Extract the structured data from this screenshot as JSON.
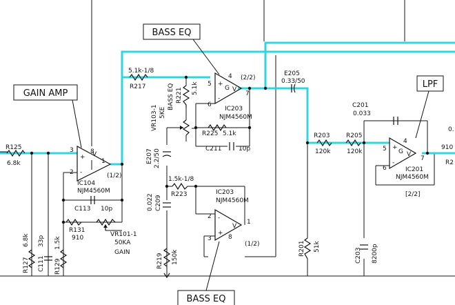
{
  "callouts": {
    "bass_eq_top": "BASS EQ",
    "bass_eq_bottom": "BASS EQ",
    "gain_amp": "GAIN AMP",
    "lpf": "LPF"
  },
  "resistors": {
    "r125": {
      "ref": "R125",
      "value": "6.8k"
    },
    "r217": {
      "ref": "R217",
      "value": "5.1k-1/8"
    },
    "r221": {
      "ref": "R221",
      "value": "5.1k"
    },
    "r225": {
      "ref": "R225",
      "value": "5.1k"
    },
    "r223": {
      "ref": "R223",
      "value": "1.5k-1/8"
    },
    "r131": {
      "ref": "R131",
      "value": "910"
    },
    "r127": {
      "ref": "R127",
      "value": "6.8k"
    },
    "r129": {
      "ref": "R129",
      "value": "1.5k"
    },
    "r219": {
      "ref": "R219",
      "value": "150k"
    },
    "r201": {
      "ref": "R201",
      "value": "51k"
    },
    "r203": {
      "ref": "R203",
      "value": "120k"
    },
    "r205": {
      "ref": "R205",
      "value": "120k"
    },
    "r_right_top": {
      "ref": "R2",
      "value": "910"
    }
  },
  "capacitors": {
    "c113": {
      "ref": "C113",
      "value": "10p"
    },
    "c211": {
      "ref": "C211",
      "value": "10p"
    },
    "c111": {
      "ref": "C111",
      "value": "33p"
    },
    "c209": {
      "ref": "C209",
      "value": "0.022"
    },
    "c203": {
      "ref": "C203",
      "value": "8200p"
    },
    "c201": {
      "ref": "C201",
      "value": "0.033"
    },
    "c_right_partial": {
      "value": "0."
    },
    "e207": {
      "ref": "E207",
      "value": "2.2/50"
    },
    "e205": {
      "ref": "E205",
      "value": "0.33/50"
    }
  },
  "pots": {
    "vr101": {
      "ref": "VR101-1",
      "value": "50KA",
      "label": "GAIN"
    },
    "vr103": {
      "ref": "VR103-1",
      "value": "5KE",
      "label": "BASS EQ"
    }
  },
  "opamps": {
    "ic104": {
      "ref": "IC104",
      "part": "NJM4560M",
      "unit": "(1/2)",
      "pins": [
        "3",
        "2",
        "1",
        "8"
      ]
    },
    "ic203_top": {
      "ref": "IC203",
      "part": "NJM4560M",
      "unit": "(2/2)",
      "pins": [
        "5",
        "6",
        "7",
        "4"
      ]
    },
    "ic203_bot": {
      "ref": "IC203",
      "part": "NJM4560M",
      "unit": "(1/2)",
      "pins": [
        "2",
        "3",
        "1",
        "8"
      ]
    },
    "ic201": {
      "ref": "IC201",
      "part": "NJM4560M",
      "unit": "[2/2]",
      "pins": [
        "5",
        "6",
        "7",
        "4"
      ]
    }
  },
  "symbols": {
    "plus": "+",
    "minus": "-",
    "gnd": "G",
    "vcc": "V"
  },
  "colors": {
    "signal": "#2fd6e0",
    "wire": "#111111"
  }
}
